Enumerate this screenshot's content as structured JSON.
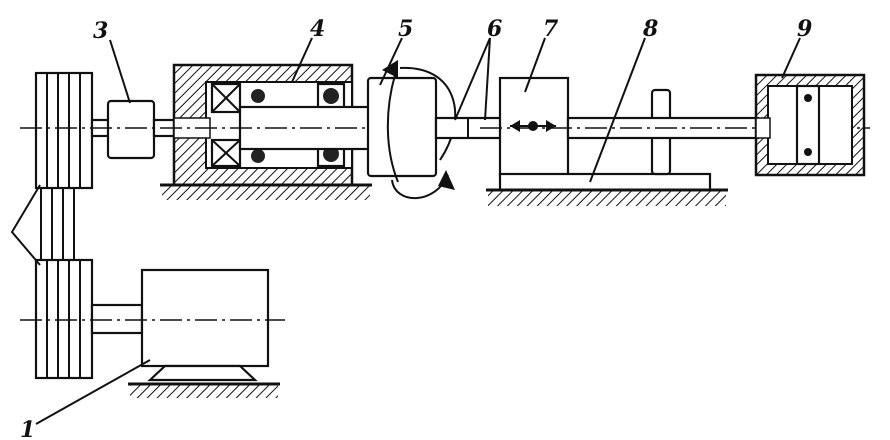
{
  "labels": {
    "l1": "1",
    "l3": "3",
    "l4": "4",
    "l5": "5",
    "l6": "6",
    "l7": "7",
    "l8": "8",
    "l9": "9"
  },
  "colors": {
    "ink": "#111111",
    "paper": "#ffffff"
  }
}
